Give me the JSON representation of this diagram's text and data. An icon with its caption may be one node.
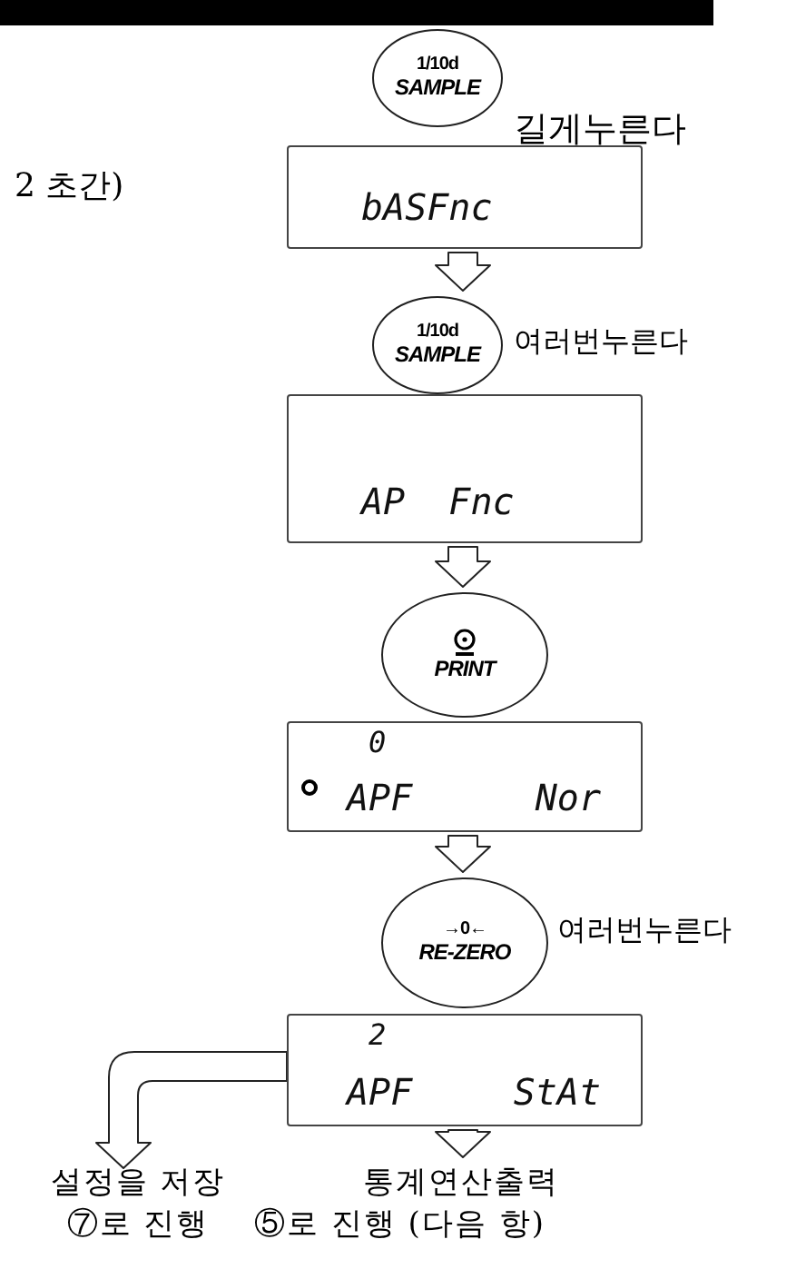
{
  "diagram": {
    "nodes": [
      {
        "text": [
          "1/10d",
          "SAMPLE"
        ],
        "beside": [
          "길게누른다"
        ]
      },
      {
        "text": [
          "bASFnc"
        ]
      },
      {
        "text": [
          "1/10d",
          "SAMPLE"
        ],
        "beside": [
          "여러번누른다"
        ]
      },
      {
        "text": [
          "AP  Fnc"
        ]
      },
      {
        "text": [
          "PRINT"
        ]
      },
      {
        "text": [
          "0",
          "APF",
          "Nor"
        ]
      },
      {
        "text": [
          "→0←",
          "RE-ZERO"
        ],
        "beside": [
          "여러번누른다"
        ]
      },
      {
        "text": [
          "2",
          "APF",
          "StAt"
        ]
      },
      {
        "text": [
          "설정을 저장",
          "⑦로 진행"
        ]
      },
      {
        "text": [
          "통계연산출력",
          "⑤로 진행 (다음 항)"
        ]
      }
    ],
    "edges": [
      {
        "from": 1,
        "to": 2,
        "arrow": "to"
      },
      {
        "from": 3,
        "to": 4,
        "arrow": "to"
      },
      {
        "from": 5,
        "to": 6,
        "arrow": "to"
      },
      {
        "from": 7,
        "to": 8,
        "arrow": "to"
      },
      {
        "from": 7,
        "to": 9,
        "arrow": "to"
      }
    ],
    "labels": [
      "2 초간)"
    ]
  }
}
